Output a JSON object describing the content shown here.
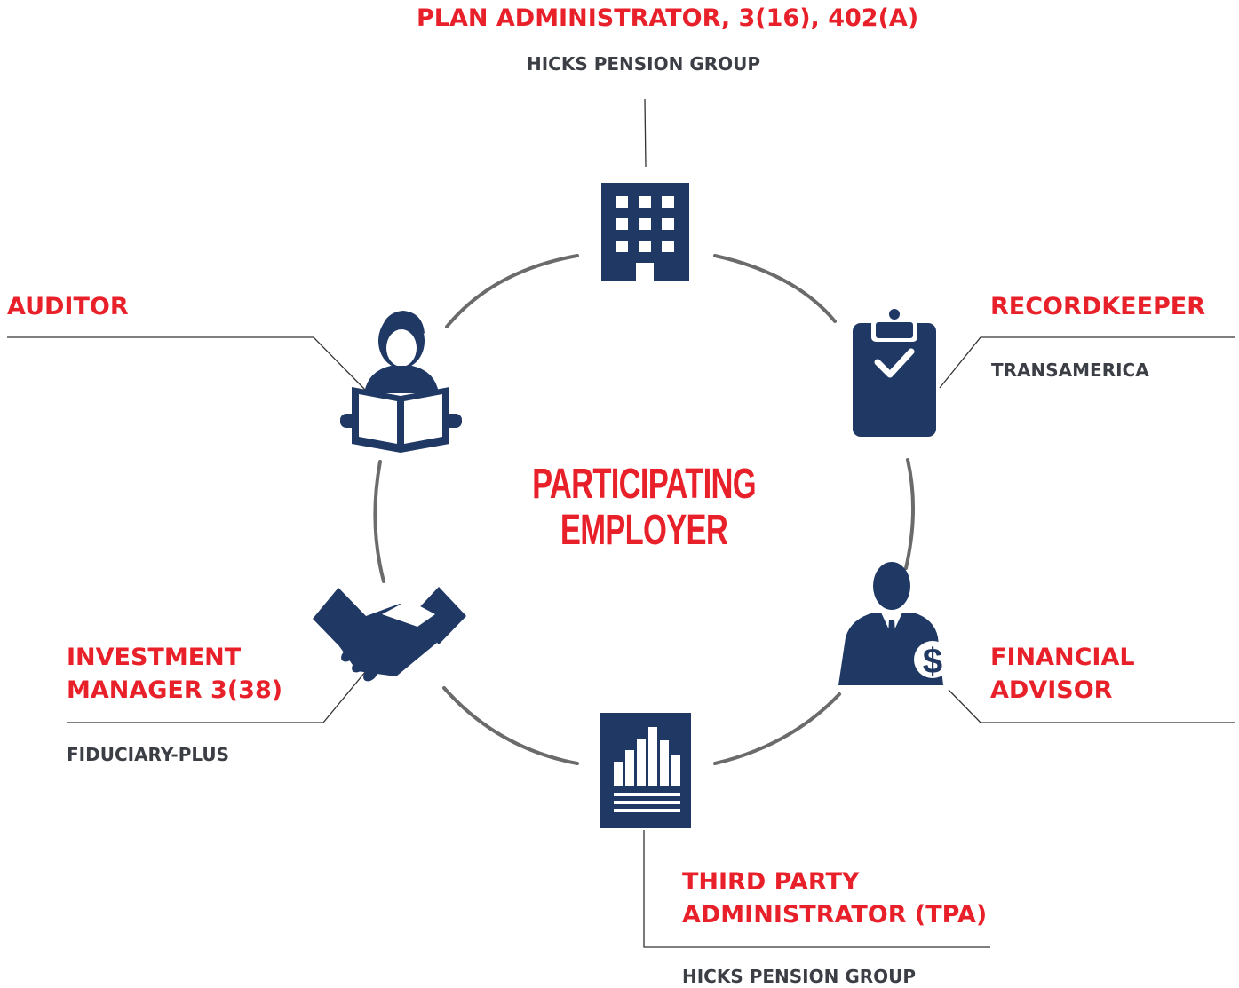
{
  "center": {
    "line1": "PARTICIPATING",
    "line2": "EMPLOYER"
  },
  "roles": {
    "plan_admin": {
      "title": "PLAN ADMINISTRATOR, 3(16), 402(A)",
      "provider": "HICKS PENSION GROUP",
      "icon": "building-icon"
    },
    "recordkeeper": {
      "title": "RECORDKEEPER",
      "provider": "TRANSAMERICA",
      "icon": "clipboard-check-icon"
    },
    "financial_advisor": {
      "title_line1": "FINANCIAL",
      "title_line2": "ADVISOR",
      "icon": "businessman-dollar-icon"
    },
    "tpa": {
      "title_line1": "THIRD PARTY",
      "title_line2": "ADMINISTRATOR (TPA)",
      "provider": "HICKS PENSION GROUP",
      "icon": "report-chart-icon"
    },
    "investment_manager": {
      "title_line1": "INVESTMENT",
      "title_line2": "MANAGER 3(38)",
      "provider": "FIDUCIARY-PLUS",
      "icon": "handshake-icon"
    },
    "auditor": {
      "title": "AUDITOR",
      "icon": "person-reading-icon"
    }
  },
  "colors": {
    "accent": "#e8202a",
    "icon": "#1f3864",
    "text": "#3b3f45",
    "ring": "#6b6b6b",
    "leader": "#333333"
  }
}
